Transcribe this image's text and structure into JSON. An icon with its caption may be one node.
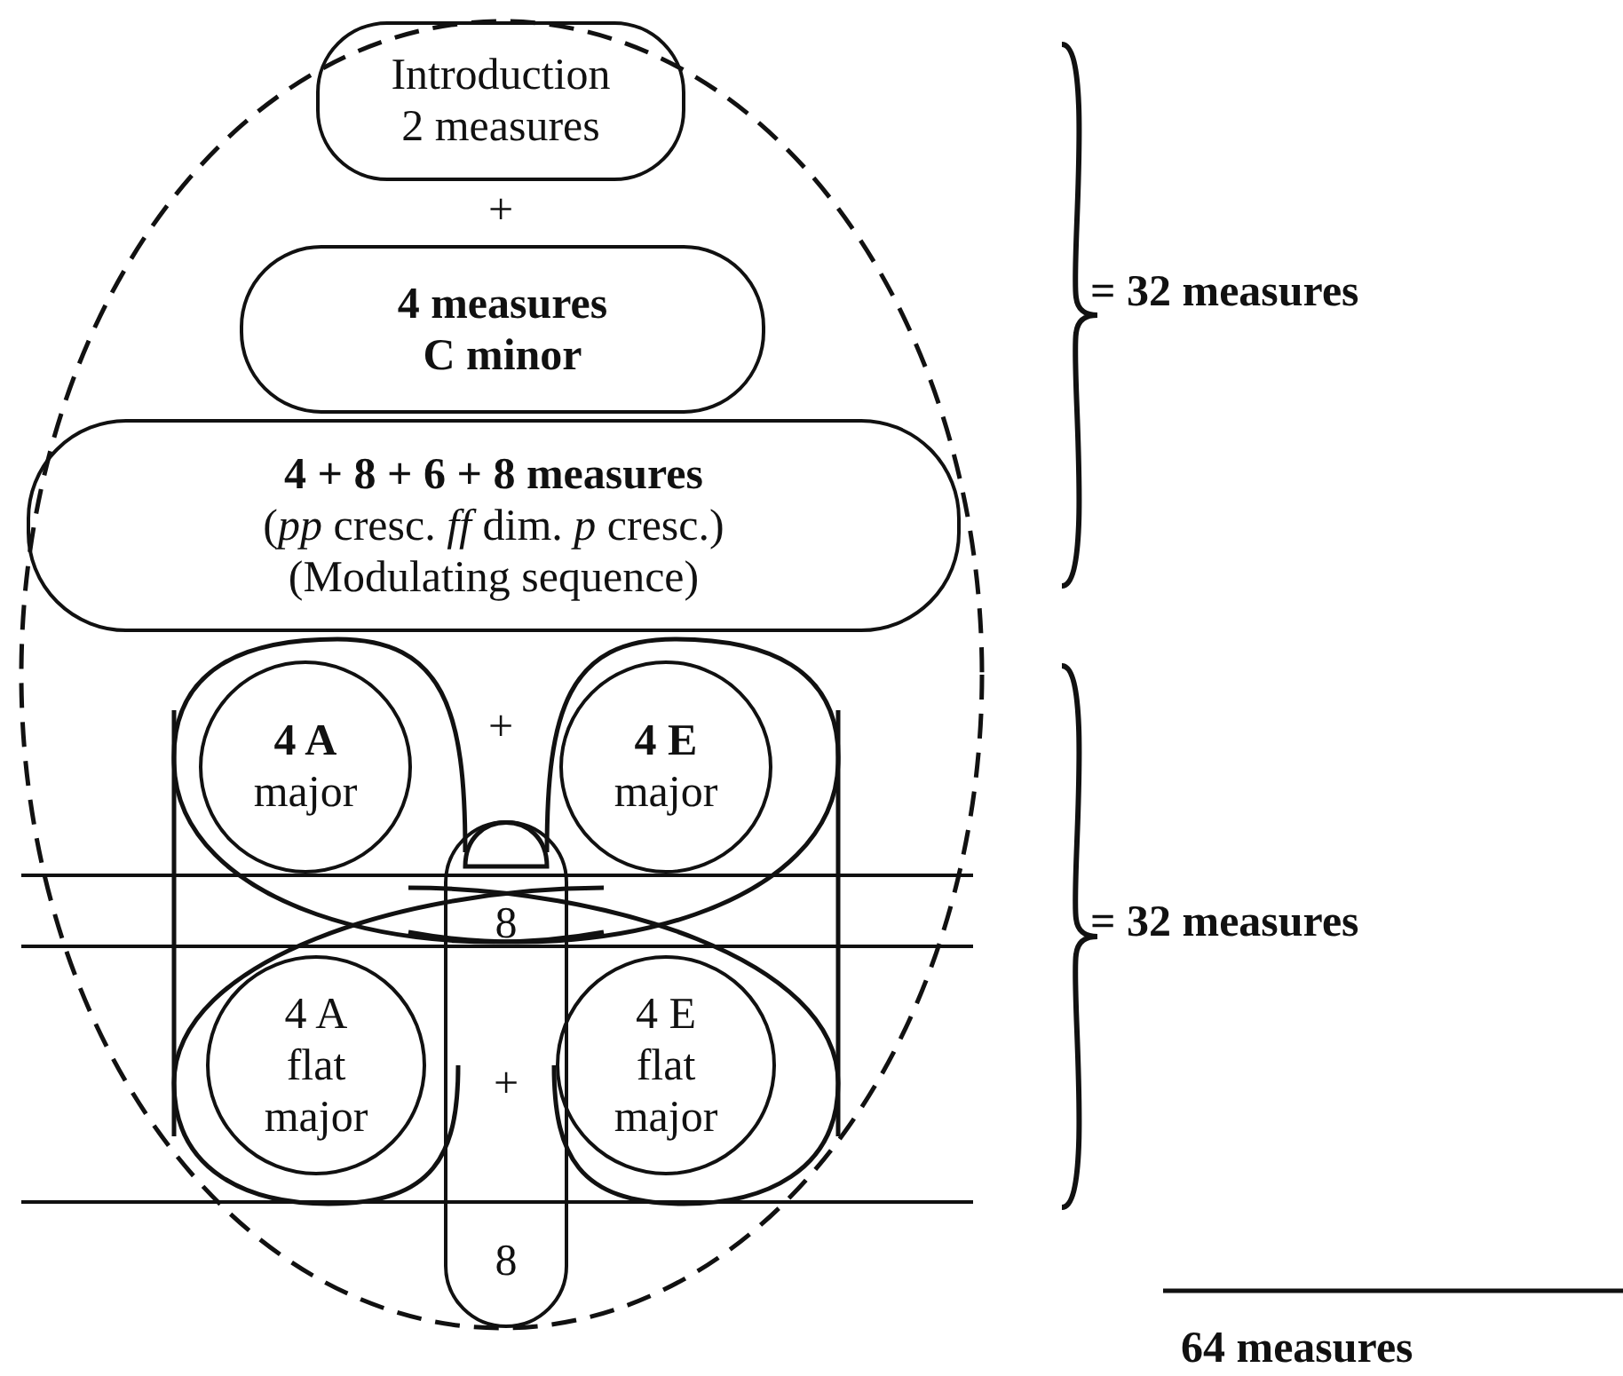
{
  "diagram": {
    "nodes": [
      {
        "text": [],
        "shape": "ellipse"
      },
      {
        "text": [
          "Introduction 2 measures"
        ],
        "in": 0
      },
      {
        "text": [
          "4 measures C minor"
        ],
        "in": 0
      },
      {
        "text": [
          "4 + 8 + 6 + 8 measures",
          "(*pp* cresc. *ff* dim. *p* cresc.)",
          "(Modulating sequence)"
        ],
        "in": 0
      },
      {
        "text": [
          "**4 A** major"
        ],
        "in": 0
      },
      {
        "text": [
          "**4 E** major"
        ],
        "in": 0
      },
      {
        "text": [
          "8",
          "+",
          "8"
        ],
        "in": 0
      },
      {
        "text": [
          "4 A flat major"
        ],
        "in": 0
      },
      {
        "text": [
          "4 E flat major"
        ],
        "in": 0
      }
    ],
    "labels": [
      "+",
      "= 32 measures",
      "+",
      "= 32 measures",
      "64 measures"
    ]
  }
}
